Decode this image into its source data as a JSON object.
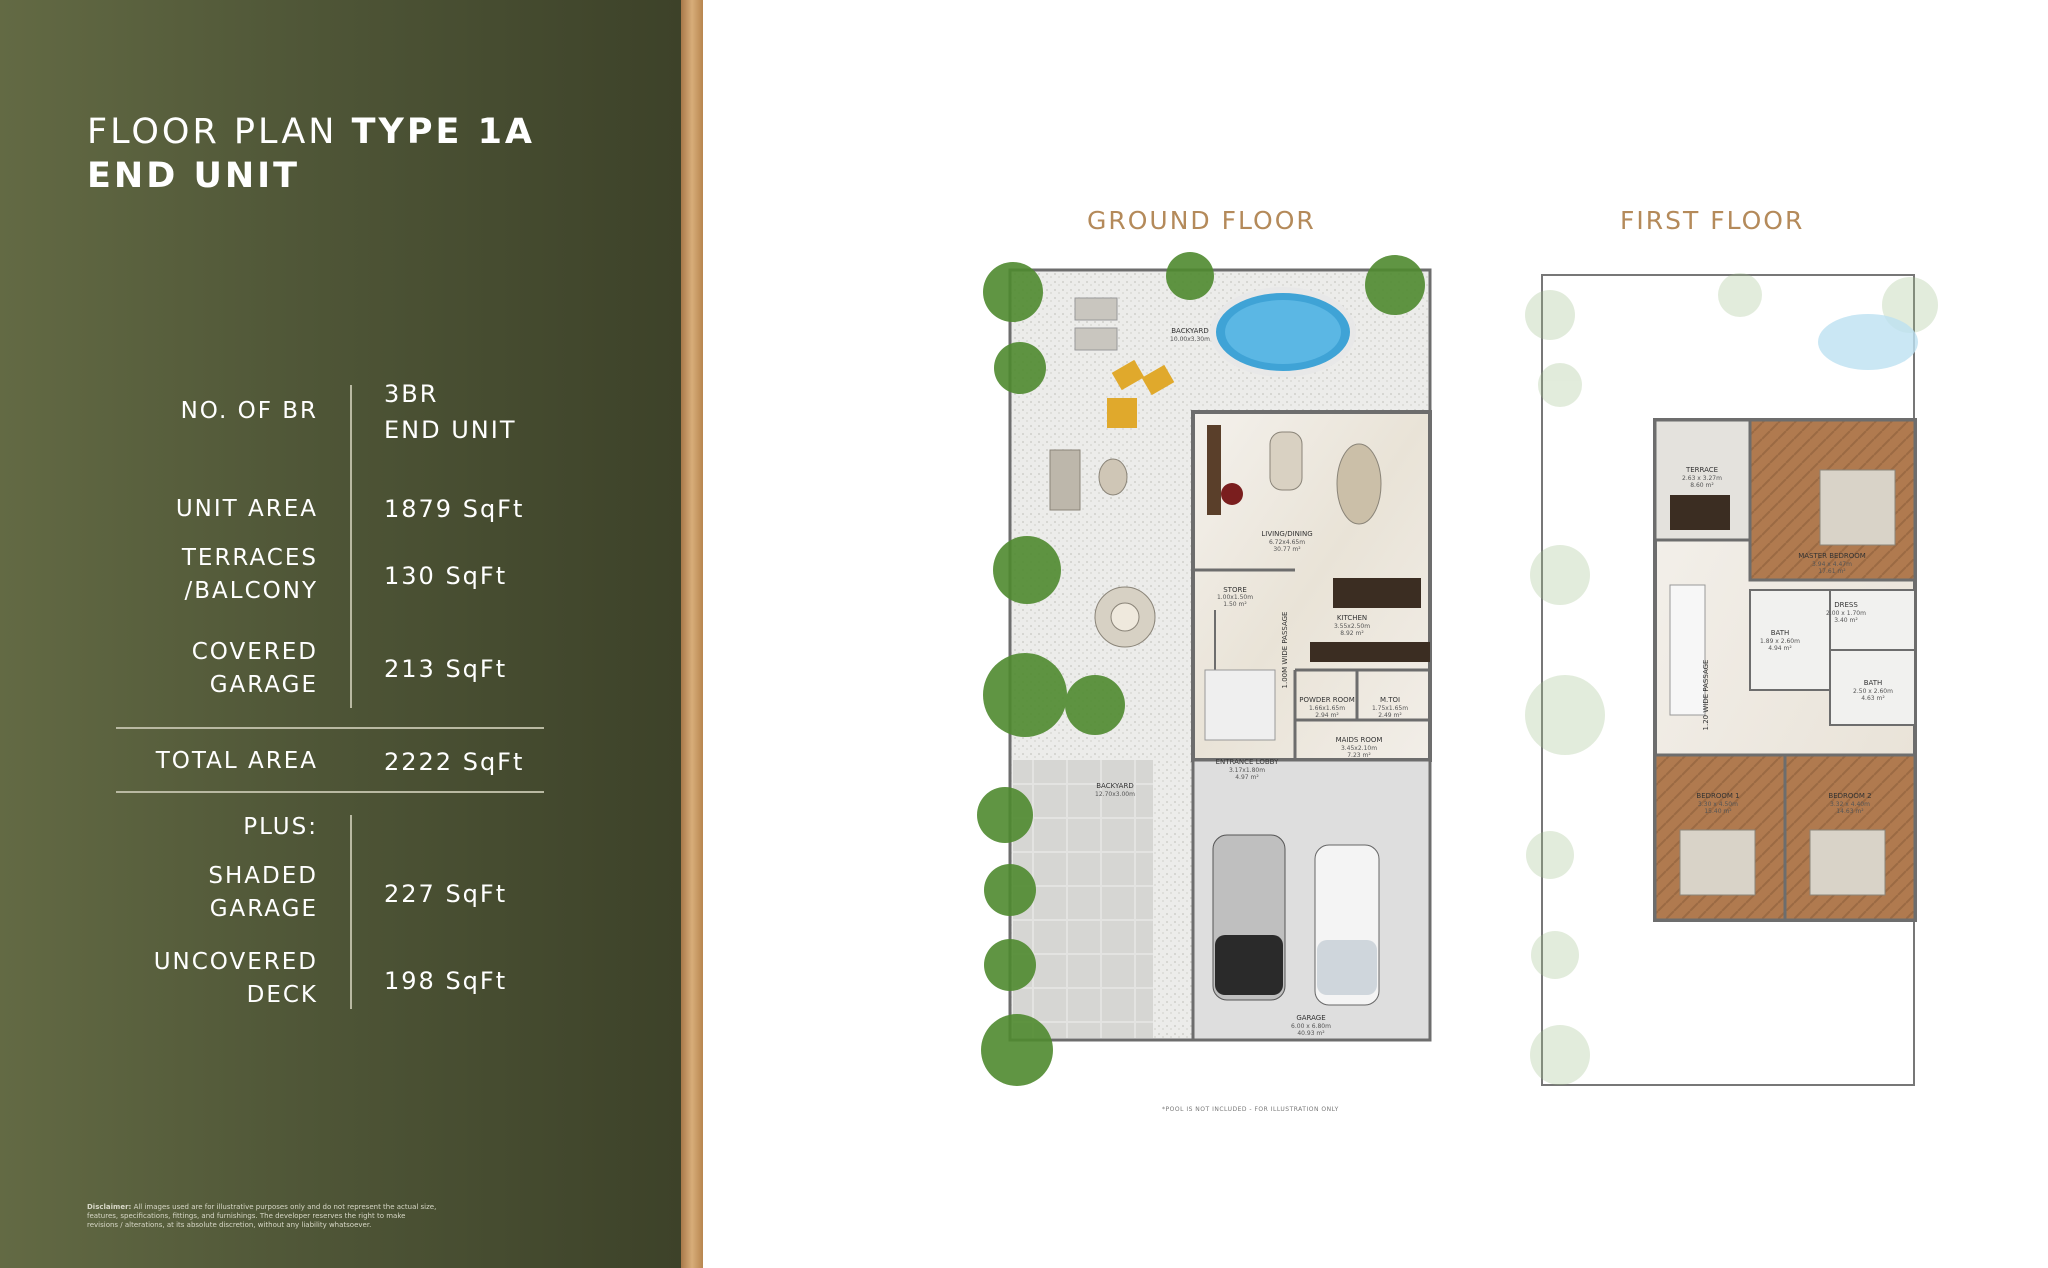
{
  "header": {
    "title_light": "FLOOR PLAN",
    "title_bold": "TYPE 1A",
    "subtitle": "END UNIT"
  },
  "specs": [
    {
      "label_lines": [
        "NO. OF BR"
      ],
      "value_lines": [
        "3BR",
        "END UNIT"
      ]
    },
    {
      "label_lines": [
        "UNIT AREA"
      ],
      "value_lines": [
        "1879 SqFt"
      ]
    },
    {
      "label_lines": [
        "TERRACES",
        "/BALCONY"
      ],
      "value_lines": [
        "130 SqFt"
      ]
    },
    {
      "label_lines": [
        "COVERED",
        "GARAGE"
      ],
      "value_lines": [
        "213 SqFt"
      ]
    },
    {
      "label_lines": [
        "TOTAL AREA"
      ],
      "value_lines": [
        "2222 SqFt"
      ]
    },
    {
      "label_lines": [
        "PLUS:"
      ],
      "value_lines": []
    },
    {
      "label_lines": [
        "SHADED",
        "GARAGE"
      ],
      "value_lines": [
        "227 SqFt"
      ]
    },
    {
      "label_lines": [
        "UNCOVERED",
        "DECK"
      ],
      "value_lines": [
        "198 SqFt"
      ]
    }
  ],
  "disclaimer": {
    "label": "Disclaimer:",
    "line1": " All images used are for illustrative purposes only and do not represent the actual size,",
    "line2": "features, specifications, fittings, and furnishings. The developer reserves the right to make",
    "line3": "revisions / alterations, at its absolute discretion, without any liability whatsoever."
  },
  "ground_floor": {
    "title": "GROUND FLOOR",
    "rooms": {
      "backyard_top": {
        "name": "BACKYARD",
        "size": "10.00x3.30m"
      },
      "living": {
        "name": "LIVING/DINING",
        "size": "6.72x4.65m",
        "area": "30.77 m²"
      },
      "kitchen": {
        "name": "KITCHEN",
        "size": "3.55x2.50m",
        "area": "8.92 m²"
      },
      "store": {
        "name": "STORE",
        "size": "1.00x1.50m",
        "area": "1.50 m²"
      },
      "passage": {
        "name": "1.00M WIDE PASSAGE"
      },
      "powder": {
        "name": "POWDER ROOM",
        "size": "1.66x1.65m",
        "area": "2.94 m²"
      },
      "mtoi": {
        "name": "M.TOI",
        "size": "1.75x1.65m",
        "area": "2.49 m²"
      },
      "maids": {
        "name": "MAIDS ROOM",
        "size": "3.45x2.10m",
        "area": "7.23 m²"
      },
      "lobby": {
        "name": "ENTRANCE LOBBY",
        "size": "3.17x1.80m",
        "area": "4.97 m²"
      },
      "backyard_side": {
        "name": "BACKYARD",
        "size": "12.70x3.00m"
      },
      "garage": {
        "name": "GARAGE",
        "size": "6.00 x 6.80m",
        "area": "40.93 m²"
      }
    },
    "footnote": "*POOL IS NOT INCLUDED - FOR ILLUSTRATION ONLY"
  },
  "first_floor": {
    "title": "FIRST FLOOR",
    "rooms": {
      "terrace": {
        "name": "TERRACE",
        "size": "2.63 x 3.27m",
        "area": "8.60 m²"
      },
      "master": {
        "name": "MASTER BEDROOM",
        "size": "3.94 x 4.47m",
        "area": "17.61 m²"
      },
      "passage": {
        "name": "1.20 WIDE PASSAGE"
      },
      "dress": {
        "name": "DRESS",
        "size": "2.00 x 1.70m",
        "area": "3.40 m²"
      },
      "bath1": {
        "name": "BATH",
        "size": "1.89 x 2.60m",
        "area": "4.94 m²"
      },
      "bath2": {
        "name": "BATH",
        "size": "2.50 x 2.60m",
        "area": "4.63 m²"
      },
      "bed1": {
        "name": "BEDROOM 1",
        "size": "3.30 x 4.50m",
        "area": "15.40 m²"
      },
      "bed2": {
        "name": "BEDROOM 2",
        "size": "3.32 x 4.40m",
        "area": "14.63 m²"
      }
    }
  },
  "colors": {
    "panel": "#4f5637",
    "gold": "#d7ad79",
    "floor_title": "#b48a5a",
    "pool": "#3fa3d6",
    "wood": "#b07a4f",
    "tree": "#4f8a2f"
  }
}
